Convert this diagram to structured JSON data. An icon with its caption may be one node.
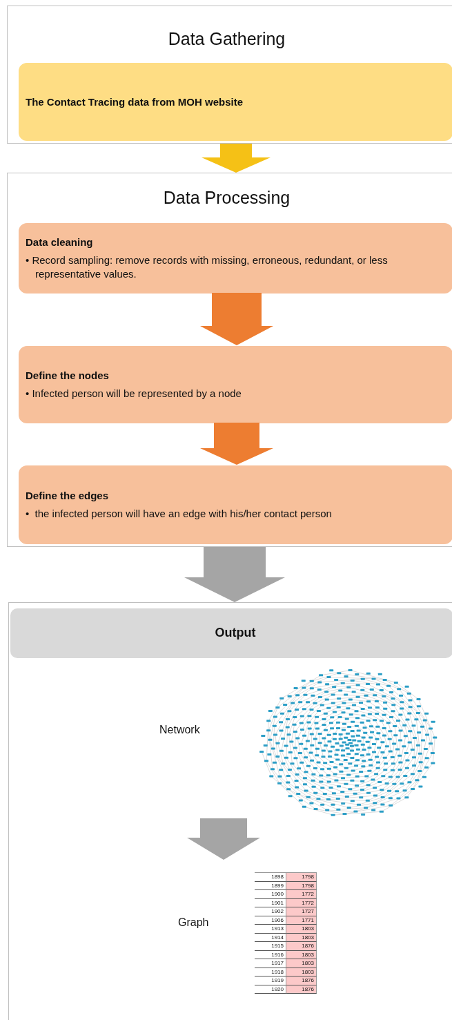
{
  "diagram": {
    "nodes": [
      {
        "text": [
          "Data Gathering"
        ]
      },
      {
        "text": [
          "The Contact Tracing data from MOH website"
        ],
        "in": 0
      },
      {
        "text": [
          "Data Processing"
        ]
      },
      {
        "text": [
          "Data cleaning",
          "• Record sampling: remove records with missing, erroneous, redundant, or less representative values."
        ],
        "in": 2
      },
      {
        "text": [
          "Define the nodes",
          "• Infected person will be represented by a node"
        ],
        "in": 2
      },
      {
        "text": [
          "Define the edges",
          "•  the infected person will have an edge with his/her contact person"
        ],
        "in": 2
      },
      {
        "text": [],
        "shape": "box"
      },
      {
        "text": [
          "Output"
        ],
        "in": 6
      },
      {
        "text": [
          "Network"
        ],
        "in": 6
      },
      {
        "text": [
          "Graph"
        ],
        "in": 6
      }
    ],
    "edges": [
      {
        "from": 0,
        "to": 2,
        "arrow": "to",
        "color": "#f5c116"
      },
      {
        "from": 3,
        "to": 4,
        "arrow": "to",
        "color": "#ed7d31"
      },
      {
        "from": 4,
        "to": 5,
        "arrow": "to",
        "color": "#ed7d31"
      },
      {
        "from": 2,
        "to": 6,
        "arrow": "to",
        "color": "#a5a5a5"
      },
      {
        "from": 8,
        "to": 9,
        "arrow": "to",
        "color": "#a5a5a5"
      }
    ],
    "labels": [
      "1898",
      "1798",
      "1899",
      "1798",
      "1900",
      "1772",
      "1901",
      "1772",
      "1902",
      "1727",
      "1906",
      "1771",
      "1913",
      "1803",
      "1914",
      "1803",
      "1915",
      "1876",
      "1916",
      "1803",
      "1917",
      "1803",
      "1918",
      "1803",
      "1919",
      "1876",
      "1920",
      "1876"
    ]
  }
}
